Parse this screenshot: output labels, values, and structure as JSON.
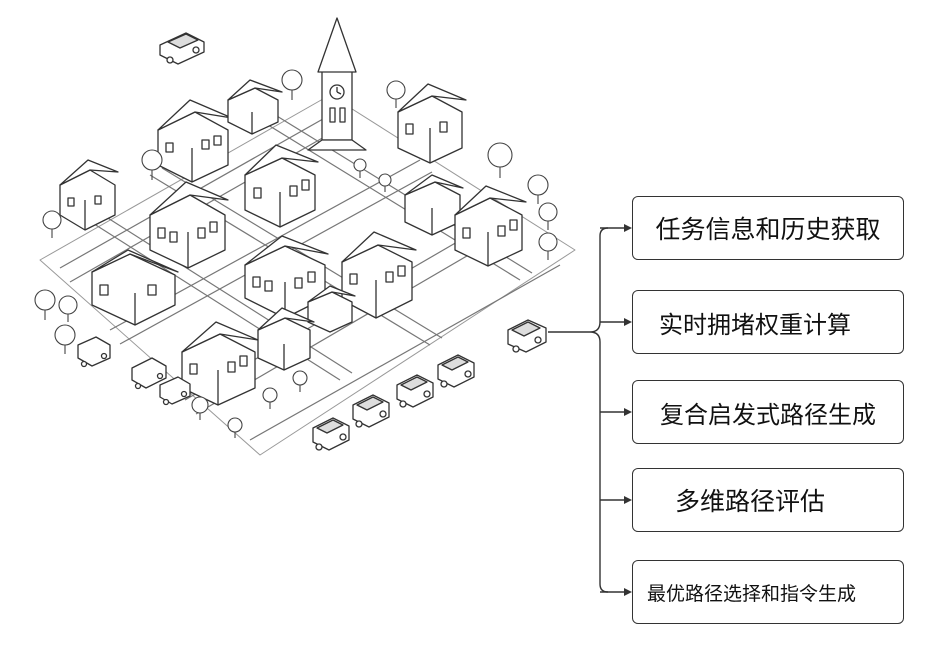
{
  "steps": [
    {
      "label": "任务信息和历史获取"
    },
    {
      "label": "实时拥堵权重计算"
    },
    {
      "label": "复合启发式路径生成"
    },
    {
      "label": "多维路径评估"
    },
    {
      "label": "最优路径选择和指令生成"
    }
  ],
  "colors": {
    "line": "#333333",
    "background": "#ffffff"
  }
}
